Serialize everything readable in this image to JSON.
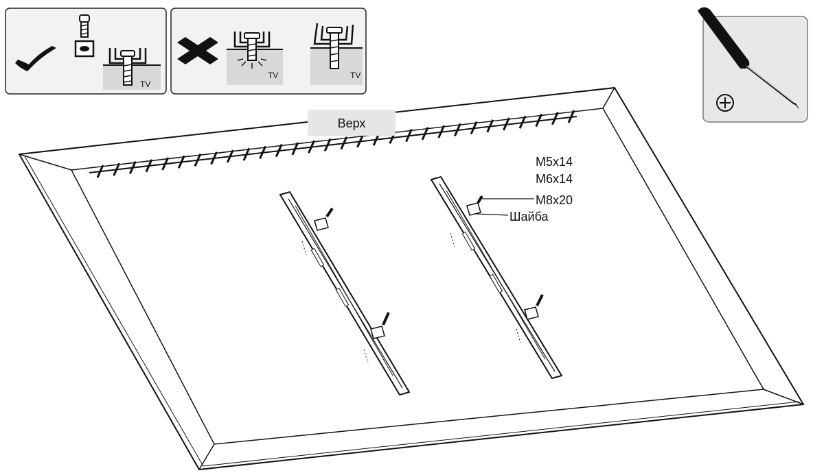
{
  "panels": {
    "correct": {
      "tv_label": "TV"
    },
    "wrong": {
      "tv_label_left": "TV",
      "tv_label_right": "TV"
    }
  },
  "diagram": {
    "top_label": "Верх",
    "screws": [
      "M5x14",
      "M6x14",
      "M8x20"
    ],
    "washer_label": "Шайба"
  },
  "tool": {
    "icon": "screwdriver-icon",
    "bit": "phillips-plus-icon"
  },
  "colors": {
    "line": "#111111",
    "panel_fill": "#f2f2f2",
    "shade": "#d8d8d8",
    "label_bg": "#e6e6e6"
  }
}
